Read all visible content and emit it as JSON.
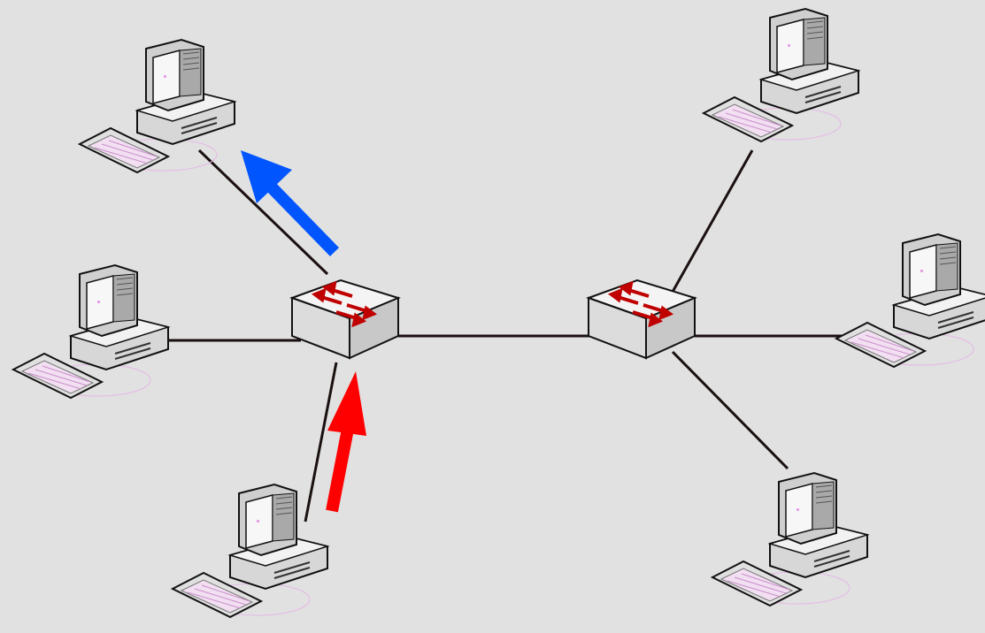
{
  "diagram": {
    "type": "network-topology",
    "background_color": "#e1e1e1",
    "link_color": "#1a1010",
    "nodes": [
      {
        "id": "pc-1",
        "kind": "computer",
        "icon": "desktop-computer-icon"
      },
      {
        "id": "pc-2",
        "kind": "computer",
        "icon": "desktop-computer-icon"
      },
      {
        "id": "pc-3",
        "kind": "computer",
        "icon": "desktop-computer-icon"
      },
      {
        "id": "pc-4",
        "kind": "computer",
        "icon": "desktop-computer-icon"
      },
      {
        "id": "pc-5",
        "kind": "computer",
        "icon": "desktop-computer-icon"
      },
      {
        "id": "pc-6",
        "kind": "computer",
        "icon": "desktop-computer-icon"
      },
      {
        "id": "switch-1",
        "kind": "switch",
        "icon": "network-switch-icon"
      },
      {
        "id": "switch-2",
        "kind": "switch",
        "icon": "network-switch-icon"
      }
    ],
    "links": [
      [
        "switch-1",
        "pc-1"
      ],
      [
        "switch-1",
        "pc-2"
      ],
      [
        "switch-1",
        "pc-3"
      ],
      [
        "switch-1",
        "switch-2"
      ],
      [
        "switch-2",
        "pc-4"
      ],
      [
        "switch-2",
        "pc-5"
      ],
      [
        "switch-2",
        "pc-6"
      ]
    ],
    "flow_arrows": [
      {
        "id": "inbound",
        "color": "#ff0000",
        "from": "pc-3",
        "to": "switch-1"
      },
      {
        "id": "outbound",
        "color": "#0055ff",
        "from": "switch-1",
        "to": "pc-1"
      }
    ]
  }
}
